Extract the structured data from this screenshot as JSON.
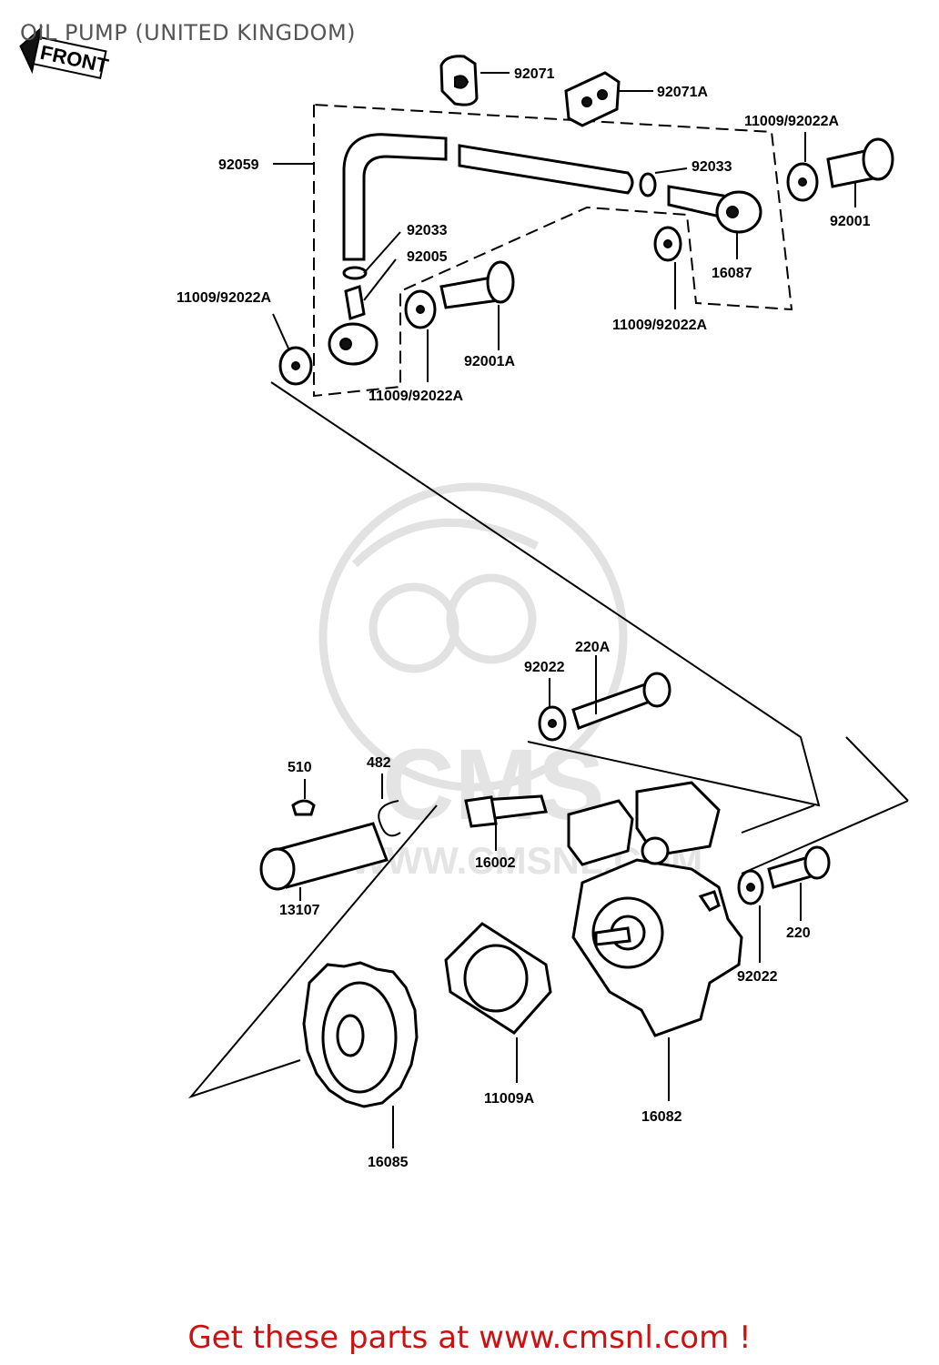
{
  "title": "OIL PUMP (UNITED KINGDOM)",
  "front_label": "FRONT",
  "watermark": {
    "text": "CMS",
    "url": "WWW.CMSNL.COM"
  },
  "footer": {
    "text": "Get these parts at www.cmsnl.com !",
    "color": "#cc1111"
  },
  "parts": {
    "p92071": "92071",
    "p92071A": "92071A",
    "p11009_92022A_top": "11009/92022A",
    "p92059": "92059",
    "p92033_right": "92033",
    "p92001": "92001",
    "p16087": "16087",
    "p92033_left": "92033",
    "p92005": "92005",
    "p11009_92022A_left": "11009/92022A",
    "p11009_92022A_mid": "11009/92022A",
    "p92001A": "92001A",
    "p11009_92022A_bottom": "11009/92022A",
    "p220A": "220A",
    "p92022_upper": "92022",
    "p510": "510",
    "p482": "482",
    "p16002": "16002",
    "p13107": "13107",
    "p220": "220",
    "p92022_lower": "92022",
    "p11009A": "11009A",
    "p16082": "16082",
    "p16085": "16085"
  }
}
